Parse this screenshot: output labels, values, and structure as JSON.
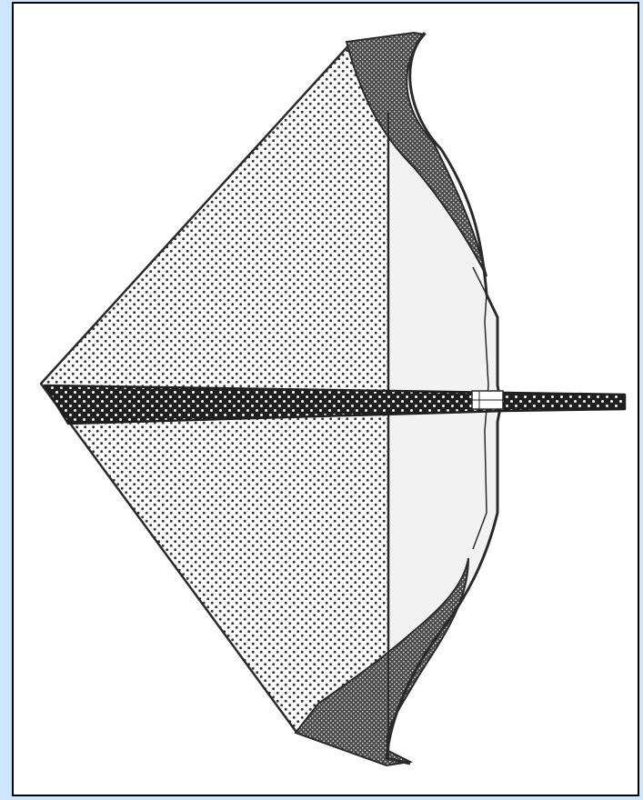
{
  "figure": {
    "background_color": "#cde6fb",
    "frame_color": "#000000",
    "canvas_color": "#ffffff",
    "ink_color": "#2a2a2a",
    "light_fill_color": "#f2f2f2",
    "stipple_color": "#333333",
    "dense_stipple_color": "#1f1f1f",
    "components": [
      "stippled-kite-panel",
      "curved-bow-limb",
      "vertical-center-line",
      "horizontal-arrow-shaft",
      "top-crosshatched-wedge",
      "bottom-crosshatched-wedge",
      "arrow-rest"
    ]
  }
}
